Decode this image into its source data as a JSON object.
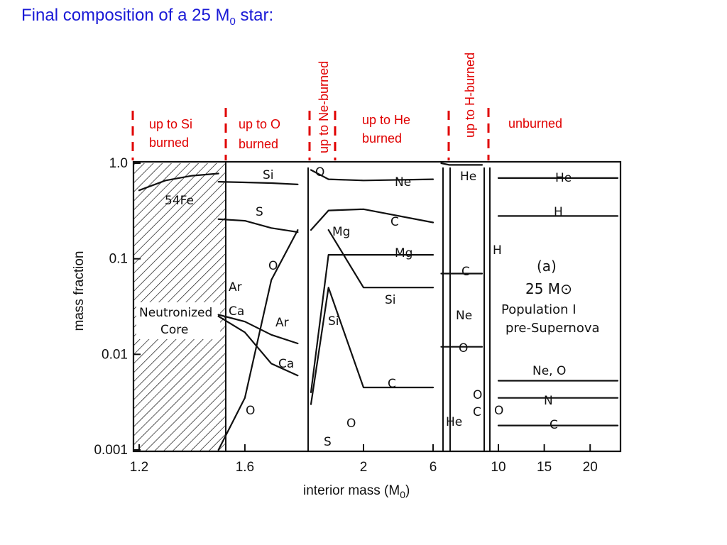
{
  "slide": {
    "title_prefix": "Final composition of a 25 M",
    "title_sub": "0",
    "title_suffix": " star:"
  },
  "colors": {
    "title": "#1a1ad6",
    "zone_labels": "#e00000",
    "curves": "#111111"
  },
  "zones": [
    {
      "label_lines": [
        "up to Si",
        "burned"
      ],
      "orientation": "horizontal"
    },
    {
      "label_lines": [
        "up to O",
        "burned"
      ],
      "orientation": "horizontal"
    },
    {
      "label_lines": [
        "up to Ne-burned"
      ],
      "orientation": "vertical"
    },
    {
      "label_lines": [
        "up to He",
        "burned"
      ],
      "orientation": "horizontal"
    },
    {
      "label_lines": [
        "up to H-burned"
      ],
      "orientation": "vertical"
    },
    {
      "label_lines": [
        "unburned"
      ],
      "orientation": "horizontal"
    }
  ],
  "chart_data": {
    "type": "line",
    "title": "",
    "xlabel_main": "interior mass (M",
    "xlabel_sub": "0",
    "xlabel_end": ")",
    "ylabel": "mass fraction",
    "y_scale": "log",
    "ylim": [
      0.001,
      1.0
    ],
    "y_ticks": [
      {
        "value": 1.0,
        "label": "1.0"
      },
      {
        "value": 0.1,
        "label": "0.1"
      },
      {
        "value": 0.01,
        "label": "0.01"
      },
      {
        "value": 0.001,
        "label": "0.001"
      }
    ],
    "x_ticks": [
      {
        "value": 1.2,
        "label": "1.2"
      },
      {
        "value": 1.6,
        "label": "1.6"
      },
      {
        "value": 2,
        "label": "2"
      },
      {
        "value": 6,
        "label": "6"
      },
      {
        "value": 10,
        "label": "10"
      },
      {
        "value": 15,
        "label": "15"
      },
      {
        "value": 20,
        "label": "20"
      }
    ],
    "core_label_lines": [
      "Neutronized",
      "Core"
    ],
    "annotation_lines": [
      "(a)",
      "25 M⊙",
      "Population I",
      "pre-Supernova"
    ],
    "species_labels": [
      "54Fe",
      "Si",
      "S",
      "O",
      "Ar",
      "Ca",
      "Ar",
      "Ca",
      "O",
      "O",
      "Mg",
      "Si",
      "S",
      "O",
      "Ne",
      "C",
      "Mg",
      "Si",
      "C",
      "He",
      "C",
      "Ne",
      "O",
      "O",
      "C",
      "He",
      "H",
      "He",
      "H",
      "Ne, O",
      "N",
      "C",
      "O"
    ],
    "series": [
      {
        "x": [
          1.2,
          1.3,
          1.4,
          1.5
        ],
        "y": [
          0.52,
          0.66,
          0.74,
          0.78
        ]
      },
      {
        "x": [
          1.5,
          1.6,
          1.7,
          1.8
        ],
        "y": [
          0.64,
          0.63,
          0.62,
          0.6
        ]
      },
      {
        "x": [
          1.5,
          1.6,
          1.7,
          1.8
        ],
        "y": [
          0.26,
          0.25,
          0.21,
          0.19
        ]
      },
      {
        "x": [
          1.5,
          1.6,
          1.7,
          1.8
        ],
        "y": [
          0.026,
          0.022,
          0.016,
          0.013
        ]
      },
      {
        "x": [
          1.5,
          1.6,
          1.7,
          1.8
        ],
        "y": [
          0.025,
          0.017,
          0.008,
          0.006
        ]
      },
      {
        "x": [
          1.5,
          1.6,
          1.7,
          1.8
        ],
        "y": [
          0.001,
          0.0035,
          0.06,
          0.2
        ]
      },
      {
        "x": [
          1.85,
          1.9,
          2,
          6
        ],
        "y": [
          0.85,
          0.68,
          0.66,
          0.68
        ]
      },
      {
        "x": [
          1.85,
          1.9,
          2,
          6
        ],
        "y": [
          0.2,
          0.32,
          0.33,
          0.24
        ]
      },
      {
        "x": [
          1.85,
          1.9,
          2,
          6
        ],
        "y": [
          0.004,
          0.11,
          0.11,
          0.11
        ]
      },
      {
        "x": [
          1.9,
          2,
          6
        ],
        "y": [
          0.2,
          0.05,
          0.05
        ]
      },
      {
        "x": [
          1.85,
          1.9,
          2,
          6
        ],
        "y": [
          0.003,
          0.05,
          0.0045,
          0.0045
        ]
      },
      {
        "x": [
          6.5,
          7,
          8,
          9
        ],
        "y": [
          1.0,
          0.96,
          0.96,
          0.96
        ]
      },
      {
        "x": [
          6.5,
          7,
          8,
          9
        ],
        "y": [
          0.07,
          0.07,
          0.07,
          0.07
        ]
      },
      {
        "x": [
          6.5,
          7,
          8,
          9
        ],
        "y": [
          0.012,
          0.012,
          0.012,
          0.012
        ]
      },
      {
        "x": [
          10,
          15,
          20,
          23
        ],
        "y": [
          0.7,
          0.7,
          0.7,
          0.7
        ]
      },
      {
        "x": [
          10,
          15,
          20,
          23
        ],
        "y": [
          0.28,
          0.28,
          0.28,
          0.28
        ]
      },
      {
        "x": [
          10,
          15,
          20,
          23
        ],
        "y": [
          0.0053,
          0.0053,
          0.0053,
          0.0053
        ]
      },
      {
        "x": [
          10,
          15,
          20,
          23
        ],
        "y": [
          0.0035,
          0.0035,
          0.0035,
          0.0035
        ]
      },
      {
        "x": [
          10,
          15,
          20,
          23
        ],
        "y": [
          0.0018,
          0.0018,
          0.0018,
          0.0018
        ]
      }
    ]
  }
}
